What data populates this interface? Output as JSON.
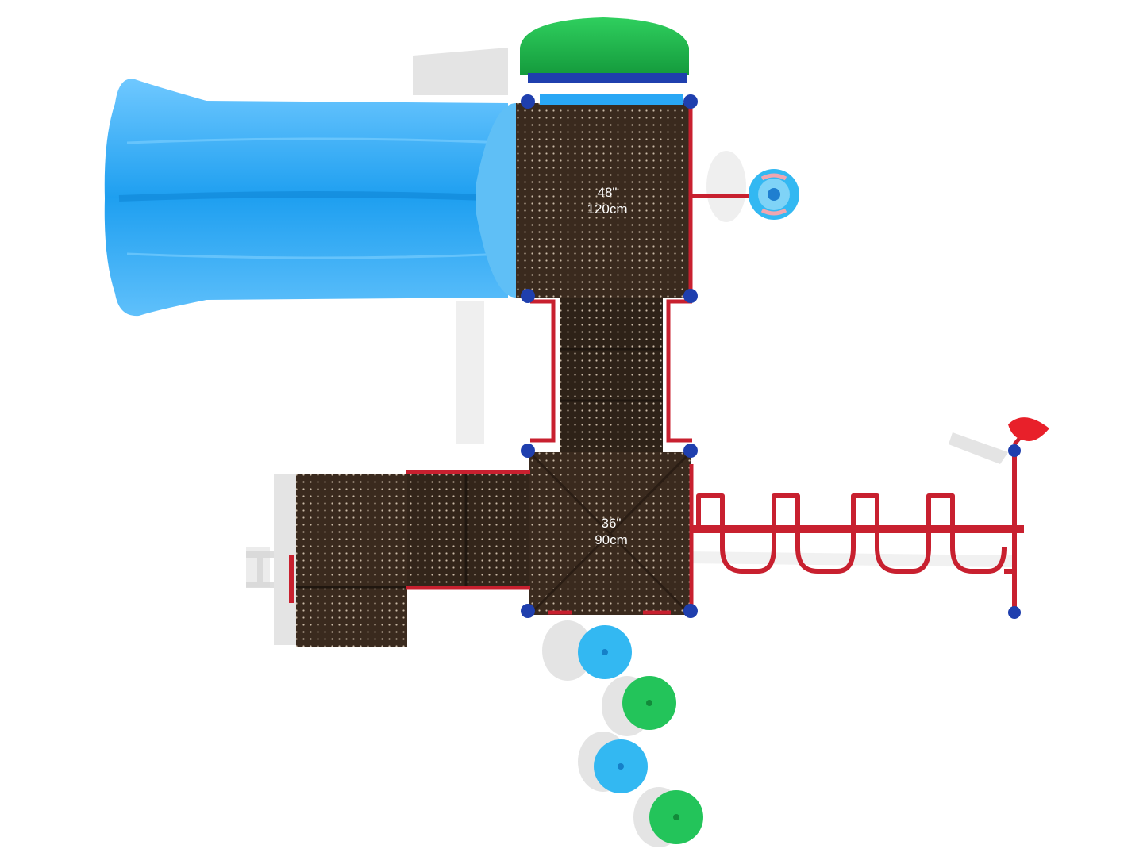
{
  "colors": {
    "deck": "#3a2a1e",
    "deck_dot": "#c9b9a6",
    "slide": "#1e9ff0",
    "slide_light": "#7fd0ff",
    "canopy": "#1fb34a",
    "post_cap": "#1f3fae",
    "rail": "#c8202f",
    "stepper_blue": "#33b8f2",
    "stepper_green": "#23c45a",
    "steering_wheel": "#e8202a",
    "shadow": "#d9d9d9"
  },
  "labels": {
    "tall_deck": {
      "inches": "48\"",
      "cm": "120cm"
    },
    "low_deck": {
      "inches": "36\"",
      "cm": "90cm"
    }
  },
  "components": [
    "slide",
    "canopy-roof",
    "upper-deck",
    "connector-ramp",
    "lower-deck",
    "side-deck",
    "entry-steps",
    "spinner-panel",
    "overhead-ladder",
    "steering-wheel",
    "stepping-pods"
  ]
}
